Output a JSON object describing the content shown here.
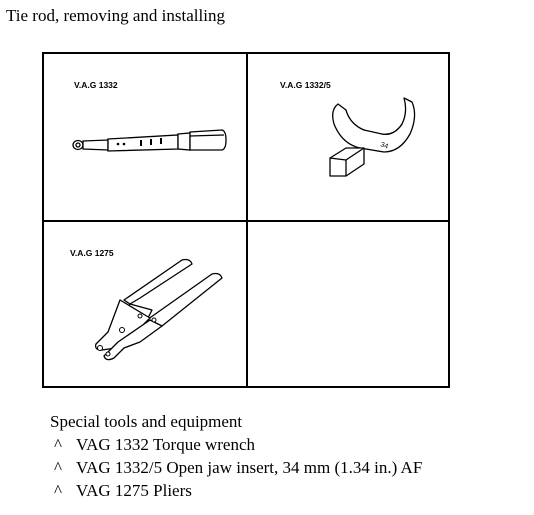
{
  "title": "Tie rod, removing and installing",
  "tools": [
    {
      "code": "V.A.G 1332",
      "icon": "torque-wrench-icon"
    },
    {
      "code": "V.A.G 1332/5",
      "icon": "open-jaw-insert-icon",
      "stamp": "34"
    },
    {
      "code": "V.A.G 1275",
      "icon": "pliers-icon"
    },
    {
      "code": ""
    }
  ],
  "notes": {
    "heading": "Special tools and equipment",
    "bullet": "^",
    "items": [
      "VAG 1332 Torque wrench",
      "VAG 1332/5 Open jaw insert, 34 mm (1.34 in.) AF",
      "VAG 1275 Pliers"
    ]
  }
}
